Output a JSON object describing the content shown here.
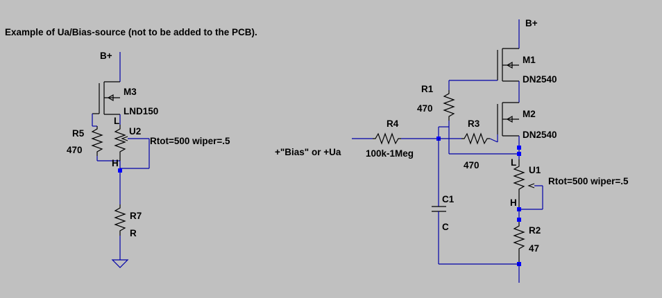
{
  "colors": {
    "background": "#c0c0c0",
    "wire": "#0000a8",
    "junction": "#0000ff",
    "component": "#000000"
  },
  "caption": "Example of Ua/Bias-source (not to be added to the PCB).",
  "left": {
    "supply": "B+",
    "m3": {
      "name": "M3",
      "value": "LND150"
    },
    "u2": {
      "name": "U2",
      "value": "Rtot=500 wiper=.5",
      "pin_l": "L",
      "pin_h": "H"
    },
    "r5": {
      "name": "R5",
      "value": "470"
    },
    "r7": {
      "name": "R7",
      "value": "R"
    }
  },
  "right": {
    "supply": "B+",
    "m1": {
      "name": "M1",
      "value": "DN2540"
    },
    "m2": {
      "name": "M2",
      "value": "DN2540"
    },
    "r1": {
      "name": "R1",
      "value": "470"
    },
    "r3": {
      "name": "R3",
      "value": "470"
    },
    "r4": {
      "name": "R4",
      "value": "100k-1Meg"
    },
    "u1": {
      "name": "U1",
      "value": "Rtot=500 wiper=.5",
      "pin_l": "L",
      "pin_h": "H"
    },
    "c1": {
      "name": "C1",
      "value": "C"
    },
    "r2": {
      "name": "R2",
      "value": "47"
    },
    "output": "+\"Bias\" or +Ua"
  }
}
